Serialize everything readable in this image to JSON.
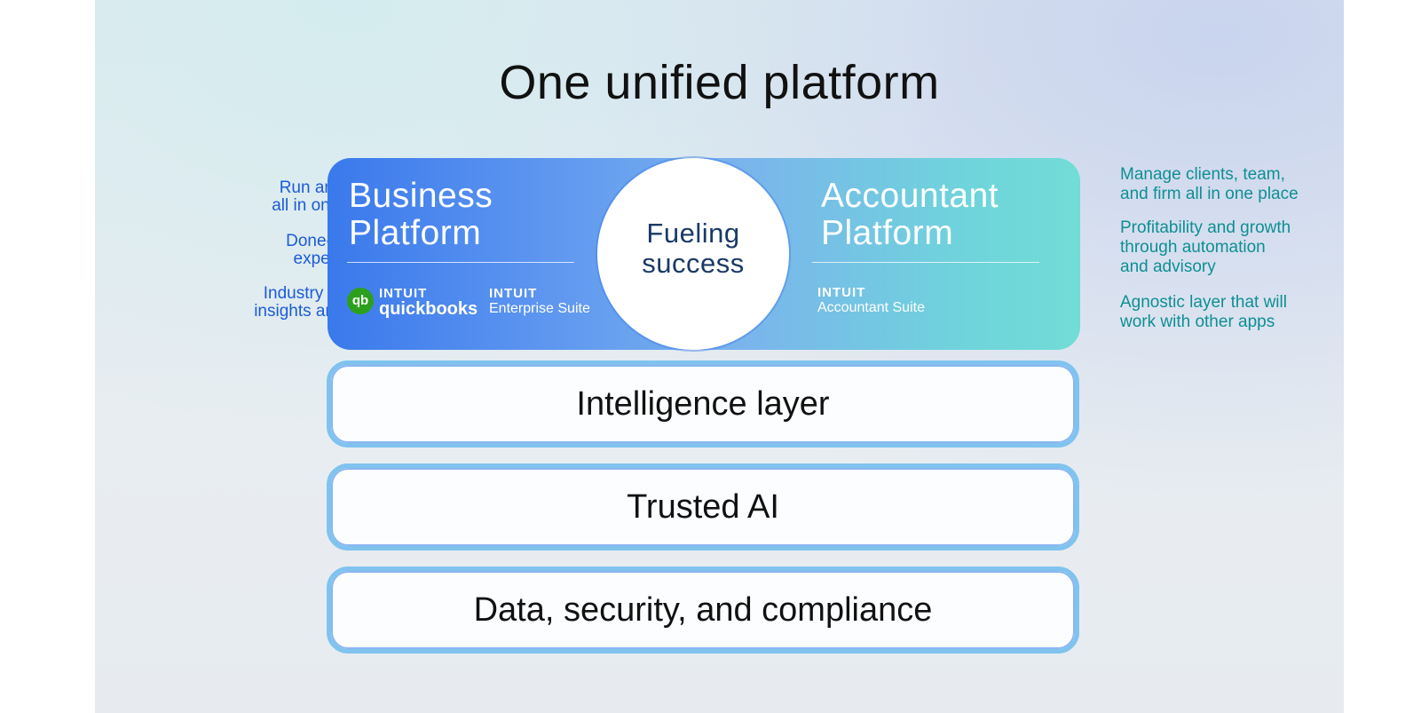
{
  "title": "One unified platform",
  "left_notes": [
    "Run and grow\nall in one place",
    "Done-for-you\nexperiences",
    "Industry specific\ninsights and KPIs"
  ],
  "right_notes": [
    "Manage clients, team,\nand firm all in one place",
    "Profitability and growth\nthrough automation\nand advisory",
    "Agnostic layer that will\nwork with other apps"
  ],
  "business": {
    "title": "Business\nPlatform",
    "qb_icon": "qb",
    "qb_intuit": "INTUIT",
    "qb_name": "quickbooks",
    "es_intuit": "INTUIT",
    "es_name": "Enterprise Suite"
  },
  "center": {
    "text": "Fueling\nsuccess"
  },
  "accountant": {
    "title": "Accountant\nPlatform",
    "intuit": "INTUIT",
    "name": "Accountant Suite"
  },
  "layers": [
    "Intelligence layer",
    "Trusted AI",
    "Data, security, and compliance"
  ],
  "colors": {
    "left_text": "#1c5bd6",
    "right_text": "#0e8f93",
    "quickbooks_green": "#2ca01c"
  }
}
